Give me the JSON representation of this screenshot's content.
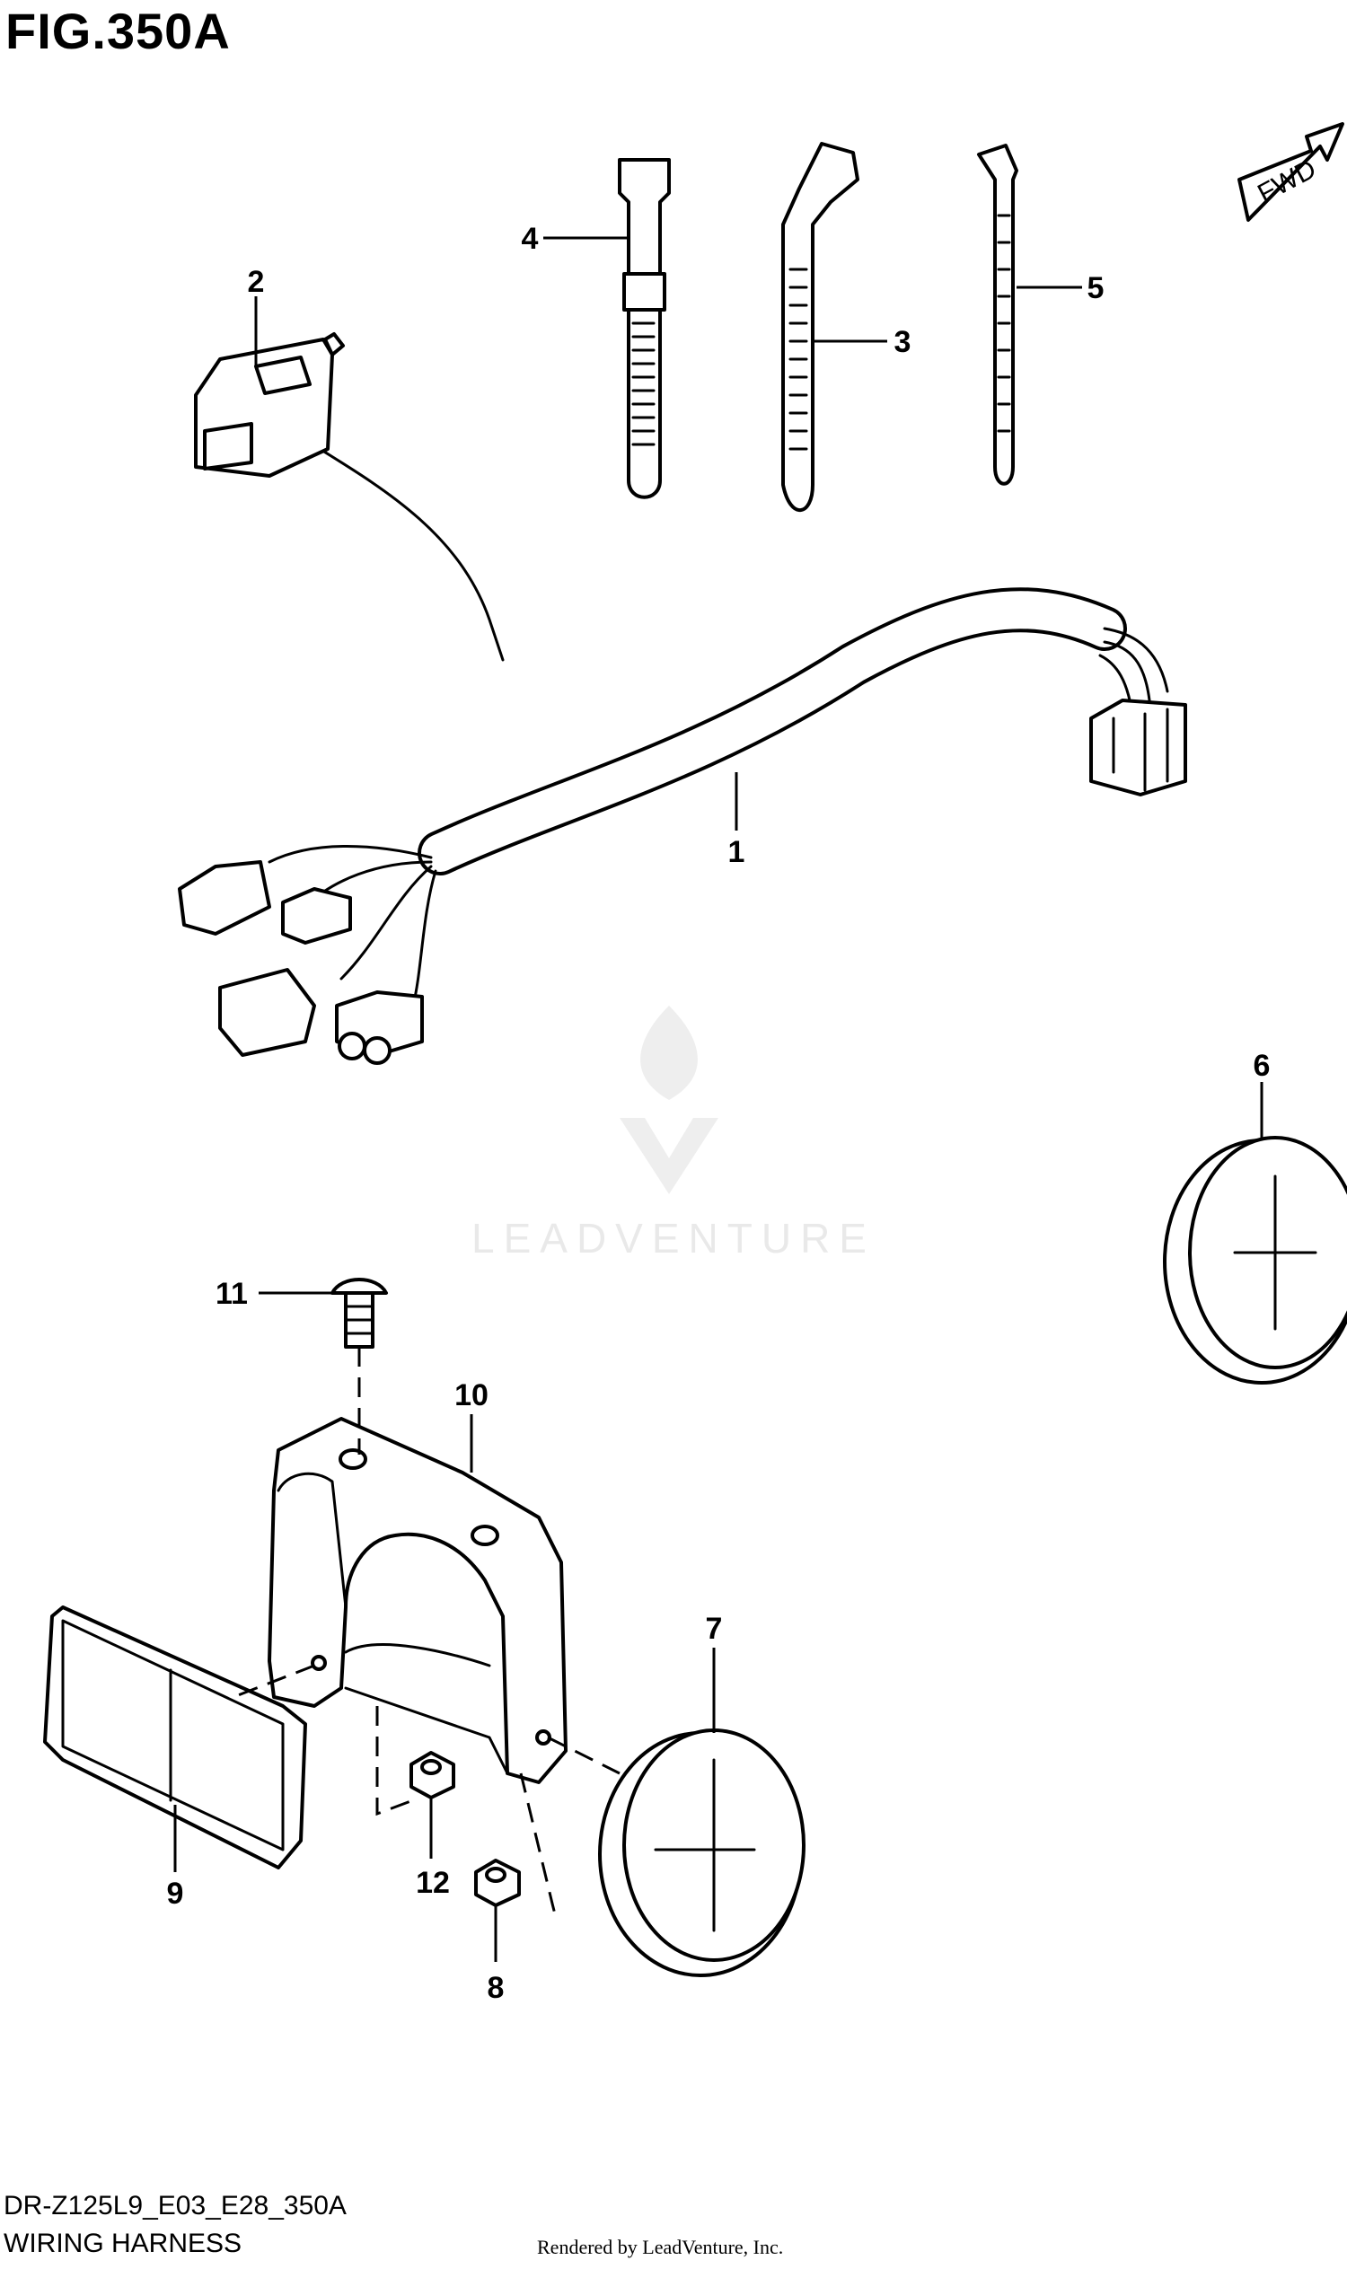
{
  "figure": {
    "title": "FIG.350A",
    "model_code": "DR-Z125L9_E03_E28_350A",
    "section": "WIRING HARNESS",
    "credit": "Rendered by LeadVenture, Inc.",
    "watermark": "LEADVENTURE",
    "direction_label": "FWD"
  },
  "callouts": [
    {
      "number": "1",
      "part": "wire-harness"
    },
    {
      "number": "2",
      "part": "switch-connector"
    },
    {
      "number": "3",
      "part": "cable-clamp"
    },
    {
      "number": "4",
      "part": "band-clamp"
    },
    {
      "number": "5",
      "part": "cable-tie"
    },
    {
      "number": "6",
      "part": "round-reflector"
    },
    {
      "number": "7",
      "part": "round-reflector"
    },
    {
      "number": "8",
      "part": "nut"
    },
    {
      "number": "9",
      "part": "rectangular-reflector"
    },
    {
      "number": "10",
      "part": "reflector-bracket"
    },
    {
      "number": "11",
      "part": "screw"
    },
    {
      "number": "12",
      "part": "nut"
    }
  ],
  "colors": {
    "line": "#000000",
    "background": "#ffffff",
    "watermark": "#e9e9e9"
  }
}
